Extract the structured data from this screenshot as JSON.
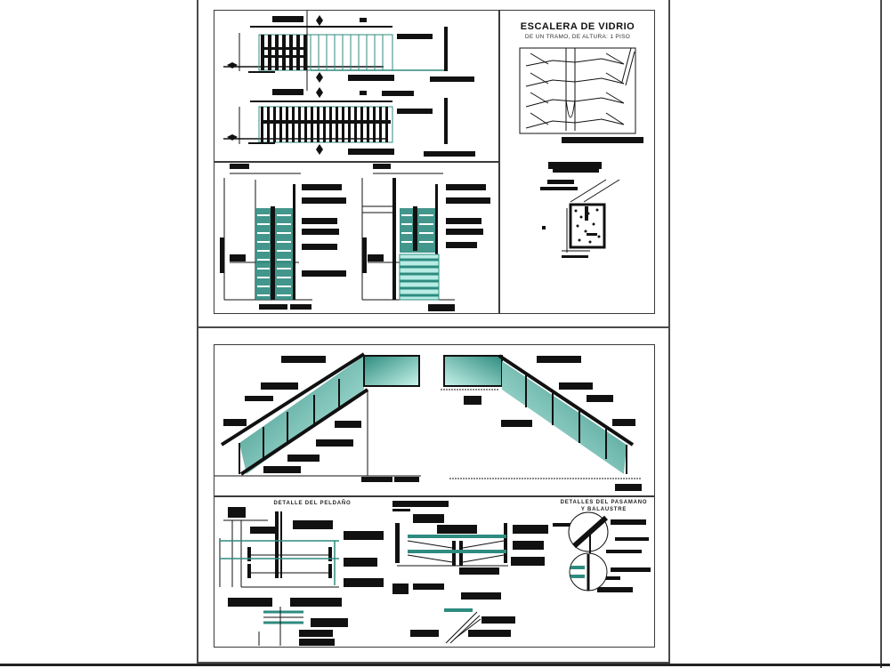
{
  "drawing": {
    "title": "ESCALERA DE VIDRIO",
    "subtitle": "DE UN TRAMO, DE ALTURA: 1 PISO",
    "labels": {
      "step_detail": "DETALLE DEL PELDAÑO",
      "handrail_detail_line1": "DETALLES DEL PASAMANO",
      "handrail_detail_line2": "Y BALAUSTRE"
    }
  },
  "colors": {
    "glass": "#2e8b7f",
    "glass_light": "#b8ece4",
    "line": "#111111",
    "frame": "#4a4a4a"
  },
  "layout": {
    "sheets": [
      {
        "name": "upper-sheet",
        "views": [
          "plan-views",
          "section-views",
          "title-perspective",
          "post-detail"
        ]
      },
      {
        "name": "lower-sheet",
        "views": [
          "elevation-left",
          "elevation-right",
          "step-detail",
          "bracket-detail",
          "handrail-detail"
        ]
      }
    ]
  }
}
